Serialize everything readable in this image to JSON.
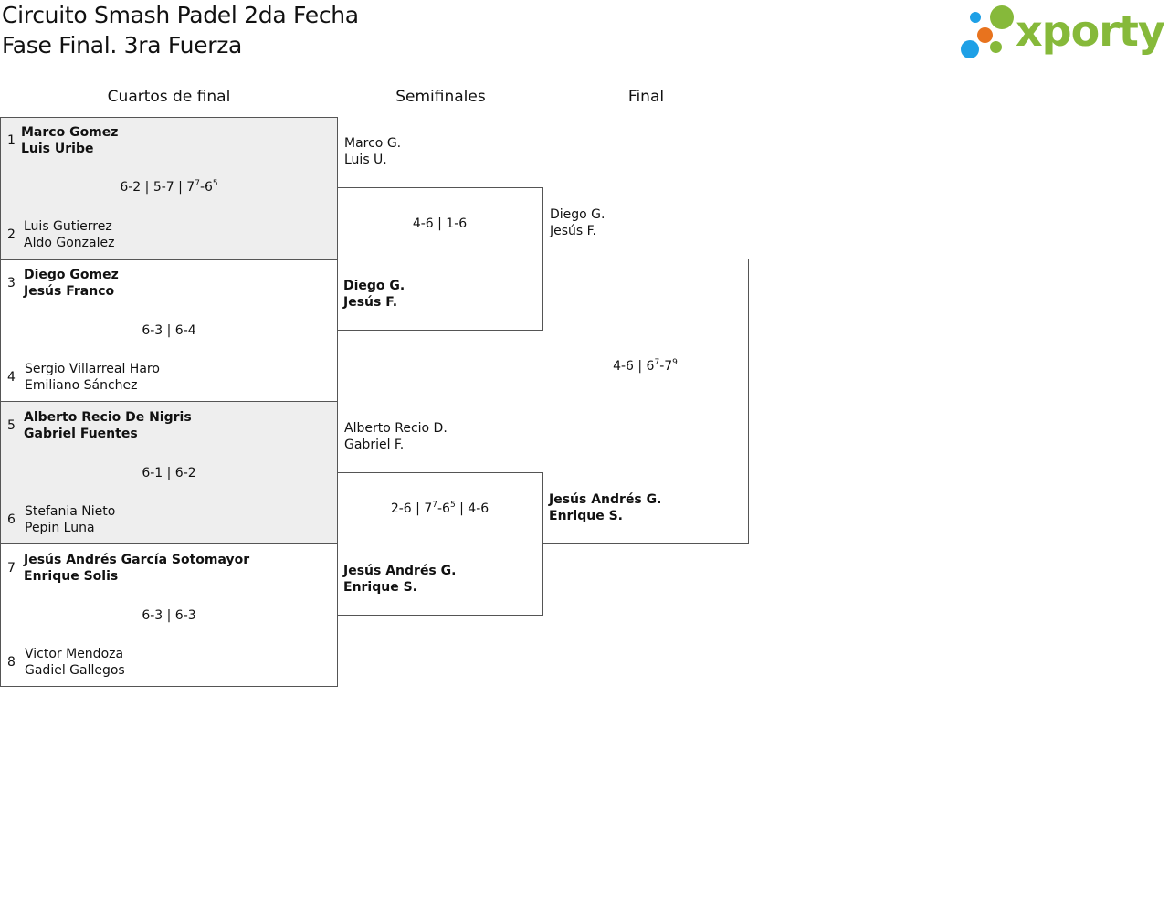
{
  "header": {
    "title_line1": "Circuito Smash Padel 2da Fecha",
    "title_line2": "Fase Final. 3ra Fuerza",
    "logo_text": "xporty",
    "logo_colors": [
      "#1ea0e6",
      "#e8731e",
      "#86b93a"
    ]
  },
  "rounds": {
    "quarterfinals": "Cuartos de final",
    "semifinals": "Semifinales",
    "final": "Final"
  },
  "quarterfinals": [
    {
      "seed_a": "1",
      "a1": "Marco Gomez",
      "a2": "Luis Uribe",
      "seed_b": "2",
      "b1": "Luis Gutierrez",
      "b2": "Aldo Gonzalez",
      "score": [
        {
          "t": "6-2 | 5-7 | 7"
        },
        {
          "sup": "7"
        },
        {
          "t": "-6"
        },
        {
          "sup": "5"
        }
      ]
    },
    {
      "seed_a": "3",
      "a1": "Diego Gomez",
      "a2": "Jesús Franco",
      "seed_b": "4",
      "b1": "Sergio Villarreal Haro",
      "b2": "Emiliano Sánchez",
      "score": [
        {
          "t": "6-3 | 6-4"
        }
      ]
    },
    {
      "seed_a": "5",
      "a1": "Alberto Recio De Nigris",
      "a2": "Gabriel Fuentes",
      "seed_b": "6",
      "b1": "Stefania Nieto",
      "b2": "Pepin Luna",
      "score": [
        {
          "t": "6-1 | 6-2"
        }
      ]
    },
    {
      "seed_a": "7",
      "a1": "Jesús Andrés García Sotomayor",
      "a2": "Enrique Solis",
      "seed_b": "8",
      "b1": "Victor Mendoza",
      "b2": "Gadiel Gallegos",
      "score": [
        {
          "t": "6-3 | 6-3"
        }
      ]
    }
  ],
  "semifinals": [
    {
      "a1": "Marco G.",
      "a2": "Luis U.",
      "b1": "Diego G.",
      "b2": "Jesús F.",
      "score": [
        {
          "t": "4-6 | 1-6"
        }
      ]
    },
    {
      "a1": "Alberto Recio D.",
      "a2": "Gabriel F.",
      "b1": "Jesús Andrés G.",
      "b2": "Enrique S.",
      "score": [
        {
          "t": "2-6 | 7"
        },
        {
          "sup": "7"
        },
        {
          "t": "-6"
        },
        {
          "sup": "5"
        },
        {
          "t": " | 4-6"
        }
      ]
    }
  ],
  "final": {
    "a1": "Diego G.",
    "a2": "Jesús F.",
    "b1": "Jesús Andrés G.",
    "b2": "Enrique S.",
    "score": [
      {
        "t": "4-6 | 6"
      },
      {
        "sup": "7"
      },
      {
        "t": "-7"
      },
      {
        "sup": "9"
      }
    ]
  }
}
